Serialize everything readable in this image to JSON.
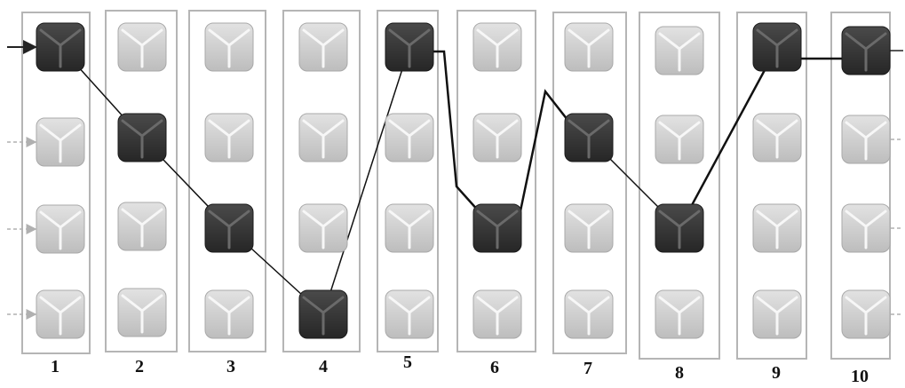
{
  "columns": [
    {
      "label": "1",
      "active_row": 0
    },
    {
      "label": "2",
      "active_row": 1
    },
    {
      "label": "3",
      "active_row": 2
    },
    {
      "label": "4",
      "active_row": 3
    },
    {
      "label": "5",
      "active_row": 0
    },
    {
      "label": "6",
      "active_row": 2
    },
    {
      "label": "7",
      "active_row": 1
    },
    {
      "label": "8",
      "active_row": 2
    },
    {
      "label": "9",
      "active_row": 0
    },
    {
      "label": "10",
      "active_row": 0
    }
  ],
  "rows": 4,
  "colors": {
    "active_cube": "#3a3a3a",
    "inactive_cube": "#cfcfcf",
    "column_border": "#b5b5b5",
    "path_line": "#111111",
    "input_arrow_active": "#222222",
    "input_arrow_inactive": "#b0b0b0"
  },
  "icons": {
    "node": "cube-icon",
    "input": "arrow-right-icon"
  }
}
